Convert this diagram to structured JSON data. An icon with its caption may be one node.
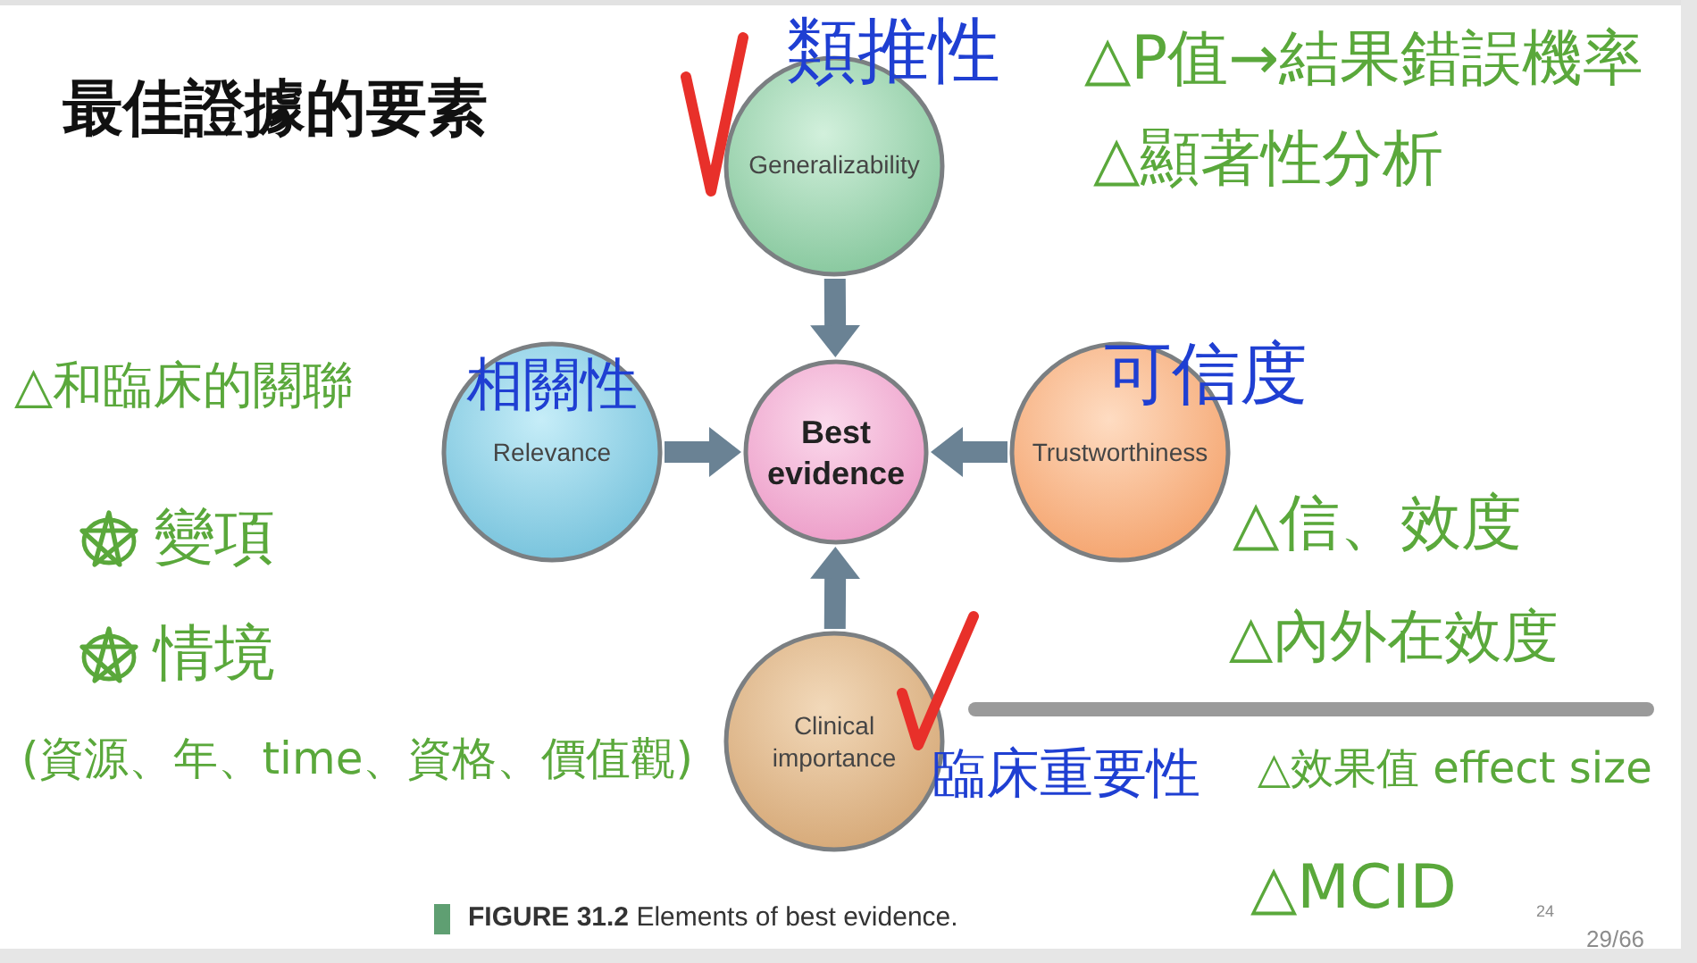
{
  "diagram": {
    "title": "最佳證據的要素",
    "caption": "**FIGURE 31.2** Elements of best evidence.",
    "nodes": [
      {
        "text": [
          "Generalizability"
        ],
        "beside": [
          "類推性"
        ]
      },
      {
        "text": [
          "相關性",
          "Relevance"
        ]
      },
      {
        "text": [
          "Best evidence"
        ]
      },
      {
        "text": [
          "Trustworthiness"
        ],
        "beside": [
          "可信度"
        ]
      },
      {
        "text": [
          "Clinical importance"
        ],
        "beside": [
          "臨床重要性"
        ]
      }
    ],
    "edges": [
      {
        "from": 0,
        "to": 2,
        "arrow": "to"
      },
      {
        "from": 1,
        "to": 2,
        "arrow": "to"
      },
      {
        "from": 3,
        "to": 2,
        "arrow": "to"
      },
      {
        "from": 4,
        "to": 2,
        "arrow": "to"
      }
    ],
    "labels": [
      "△P值→結果錯誤機率",
      "△顯著性分析",
      "△和臨床的關聯",
      "變項",
      "情境",
      "(資源、年、time、資格、價值觀)",
      "△信、效度",
      "△內外在效度",
      "△效果值 effect size",
      "△MCID",
      "24",
      "29/66"
    ]
  }
}
